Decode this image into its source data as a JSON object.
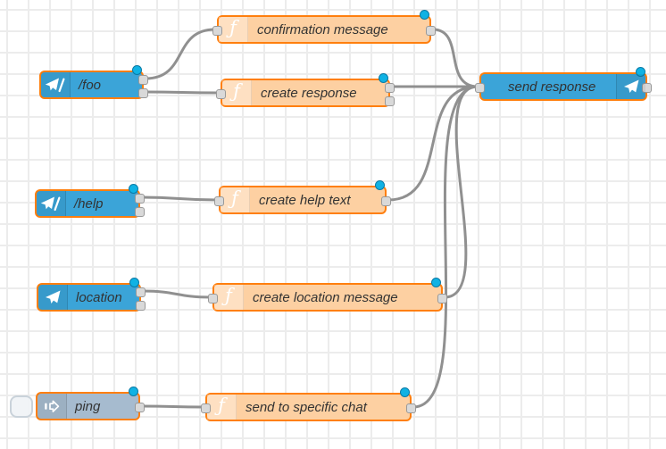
{
  "app": {
    "name": "Node-RED flow editor canvas"
  },
  "icons": {
    "function_glyph": "ƒ",
    "command_slash": "/"
  },
  "colors": {
    "function_node_fill": "#fdd0a2",
    "telegram_node_fill": "#3ba4d8",
    "inject_node_fill": "#a6bbcf",
    "selected_border": "#ff7f0e",
    "wire": "#909090",
    "port_fill": "#d9d9d9",
    "changed_badge": "#0fb2e4",
    "grid_line": "#ececec"
  },
  "nodes": [
    {
      "label": "/foo",
      "type": "telegram-command",
      "outputs": 2,
      "changed": true
    },
    {
      "label": "confirmation message",
      "type": "function",
      "outputs": 1,
      "changed": true
    },
    {
      "label": "create response",
      "type": "function",
      "outputs": 2,
      "changed": true
    },
    {
      "label": "/help",
      "type": "telegram-command",
      "outputs": 2,
      "changed": true
    },
    {
      "label": "create help text",
      "type": "function",
      "outputs": 1,
      "changed": true
    },
    {
      "label": "location",
      "type": "telegram-event",
      "outputs": 2,
      "changed": true
    },
    {
      "label": "create location message",
      "type": "function",
      "outputs": 1,
      "changed": true
    },
    {
      "label": "ping",
      "type": "inject",
      "outputs": 1,
      "changed": true
    },
    {
      "label": "send to specific chat",
      "type": "function",
      "outputs": 1,
      "changed": true
    },
    {
      "label": "send response",
      "type": "telegram-sender",
      "outputs": 1,
      "changed": true
    }
  ],
  "wires": [
    {
      "from": "/foo output 1",
      "to": "confirmation message"
    },
    {
      "from": "/foo output 2",
      "to": "create response"
    },
    {
      "from": "confirmation message",
      "to": "send response"
    },
    {
      "from": "create response output 1",
      "to": "send response"
    },
    {
      "from": "create help text",
      "to": "send response"
    },
    {
      "from": "create location message",
      "to": "send response"
    },
    {
      "from": "send to specific chat",
      "to": "send response"
    },
    {
      "from": "/help output 1",
      "to": "create help text"
    },
    {
      "from": "location output 1",
      "to": "create location message"
    },
    {
      "from": "ping",
      "to": "send to specific chat"
    }
  ]
}
